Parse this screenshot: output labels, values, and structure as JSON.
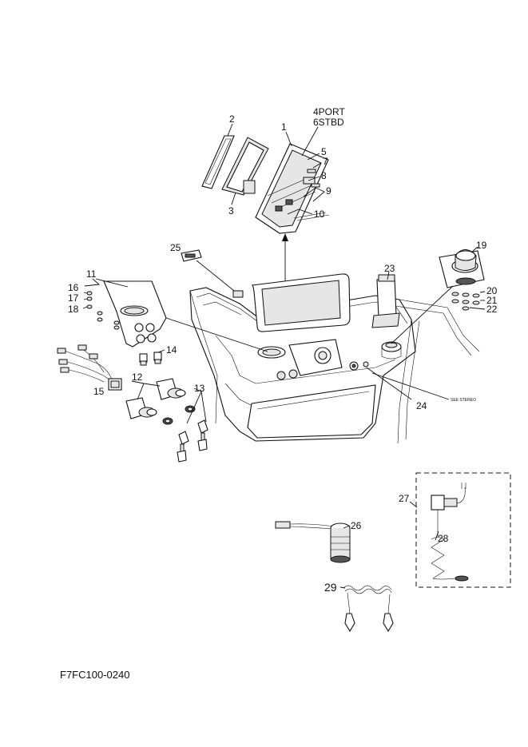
{
  "diagram": {
    "callouts": {
      "c1": "1",
      "c2": "2",
      "c3": "3",
      "c4": "4PORT",
      "c6": "6STBD",
      "c5": "5",
      "c7": "7",
      "c8": "8",
      "c9": "9",
      "c10": "10",
      "c11": "11",
      "c12": "12",
      "c13": "13",
      "c14": "14",
      "c15": "15",
      "c16": "16",
      "c17": "17",
      "c18": "18",
      "c19": "19",
      "c20": "20",
      "c21": "21",
      "c22": "22",
      "c23": "23",
      "c24": "24",
      "c25": "25",
      "c26": "26",
      "c27": "27",
      "c28": "28",
      "c29": "29"
    },
    "note_see_stereo": "SEE STEREO",
    "figure_code": "F7FC100-0240"
  }
}
